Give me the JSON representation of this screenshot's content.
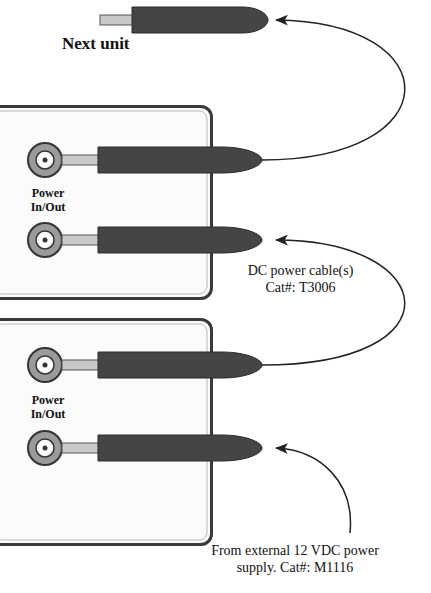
{
  "diagram": {
    "nodes": [
      {
        "text": [
          "Power In/Out"
        ]
      },
      {
        "text": [
          "Power In/Out"
        ]
      }
    ],
    "edges": [
      {
        "from": 1,
        "to": 0,
        "arrow": "to"
      }
    ],
    "labels": [
      "Next unit",
      "DC power cable(s) Cat#: T3006",
      "From external 12 VDC power supply. Cat#: M1116"
    ]
  }
}
